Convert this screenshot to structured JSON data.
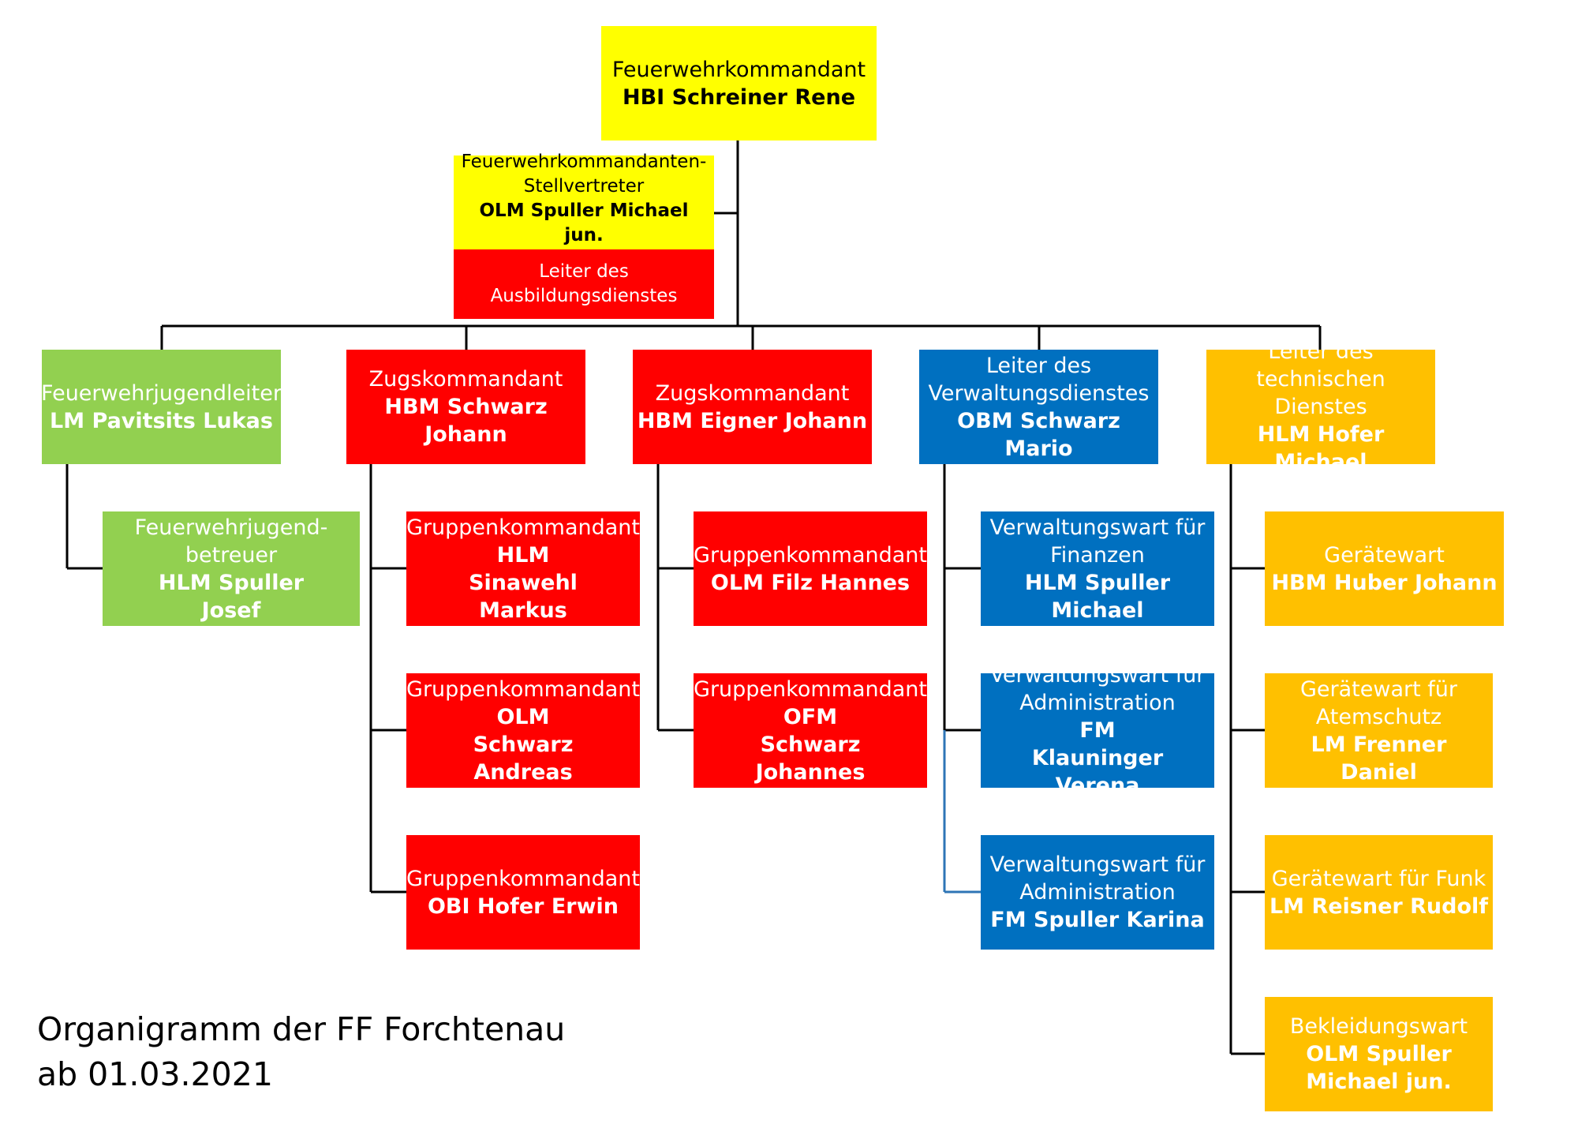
{
  "chief": {
    "role": "Feuerwehrkommandant",
    "name": "HBI Schreiner Rene",
    "color": "#ffff00"
  },
  "deputy": {
    "role": "Feuerwehrkommandanten-Stellvertreter",
    "name": "OLM Spuller Michael jun.",
    "color": "#ffff00",
    "extra_role": "Leiter des Ausbildungsdienstes",
    "extra_color": "#ff0000"
  },
  "columns": [
    {
      "head": {
        "role": "Feuerwehrjugendleiter",
        "name": "LM Pavitsits Lukas"
      },
      "color": "#92d050",
      "children": [
        {
          "role": "Feuerwehrjugend-betreuer",
          "name": "HLM Spuller Josef"
        }
      ]
    },
    {
      "head": {
        "role": "Zugskommandant",
        "name": "HBM Schwarz Johann"
      },
      "color": "#ff0000",
      "children": [
        {
          "role": "Gruppenkommandant",
          "name": "HLM Sinawehl Markus"
        },
        {
          "role": "Gruppenkommandant",
          "name": "OLM Schwarz Andreas"
        },
        {
          "role": "Gruppenkommandant",
          "name": "OBI Hofer Erwin"
        }
      ]
    },
    {
      "head": {
        "role": "Zugskommandant",
        "name": "HBM Eigner Johann"
      },
      "color": "#ff0000",
      "children": [
        {
          "role": "Gruppenkommandant",
          "name": "OLM Filz Hannes"
        },
        {
          "role": "Gruppenkommandant",
          "name": "OFM Schwarz Johannes"
        }
      ]
    },
    {
      "head": {
        "role": "Leiter des Verwaltungsdienstes",
        "name": "OBM Schwarz Mario"
      },
      "color": "#0070c0",
      "children": [
        {
          "role": "Verwaltungswart für Finanzen",
          "name": "HLM Spuller Michael"
        },
        {
          "role": "Verwaltungswart für Administration",
          "name": "FM Klauninger Verena"
        },
        {
          "role": "Verwaltungswart für Administration",
          "name": "FM Spuller Karina"
        }
      ]
    },
    {
      "head": {
        "role": "Leiter des technischen Dienstes",
        "name": "HLM Hofer Michael"
      },
      "color": "#ffc000",
      "children": [
        {
          "role": "Gerätewart",
          "name": "HBM Huber Johann"
        },
        {
          "role": "Gerätewart für Atemschutz",
          "name": "LM Frenner Daniel"
        },
        {
          "role": "Gerätewart für Funk",
          "name": "LM Reisner Rudolf"
        },
        {
          "role": "Bekleidungswart",
          "name": "OLM Spuller Michael jun."
        }
      ]
    }
  ],
  "caption": {
    "line1": "Organigramm der FF Forchtenau",
    "line2": "ab 01.03.2021"
  }
}
